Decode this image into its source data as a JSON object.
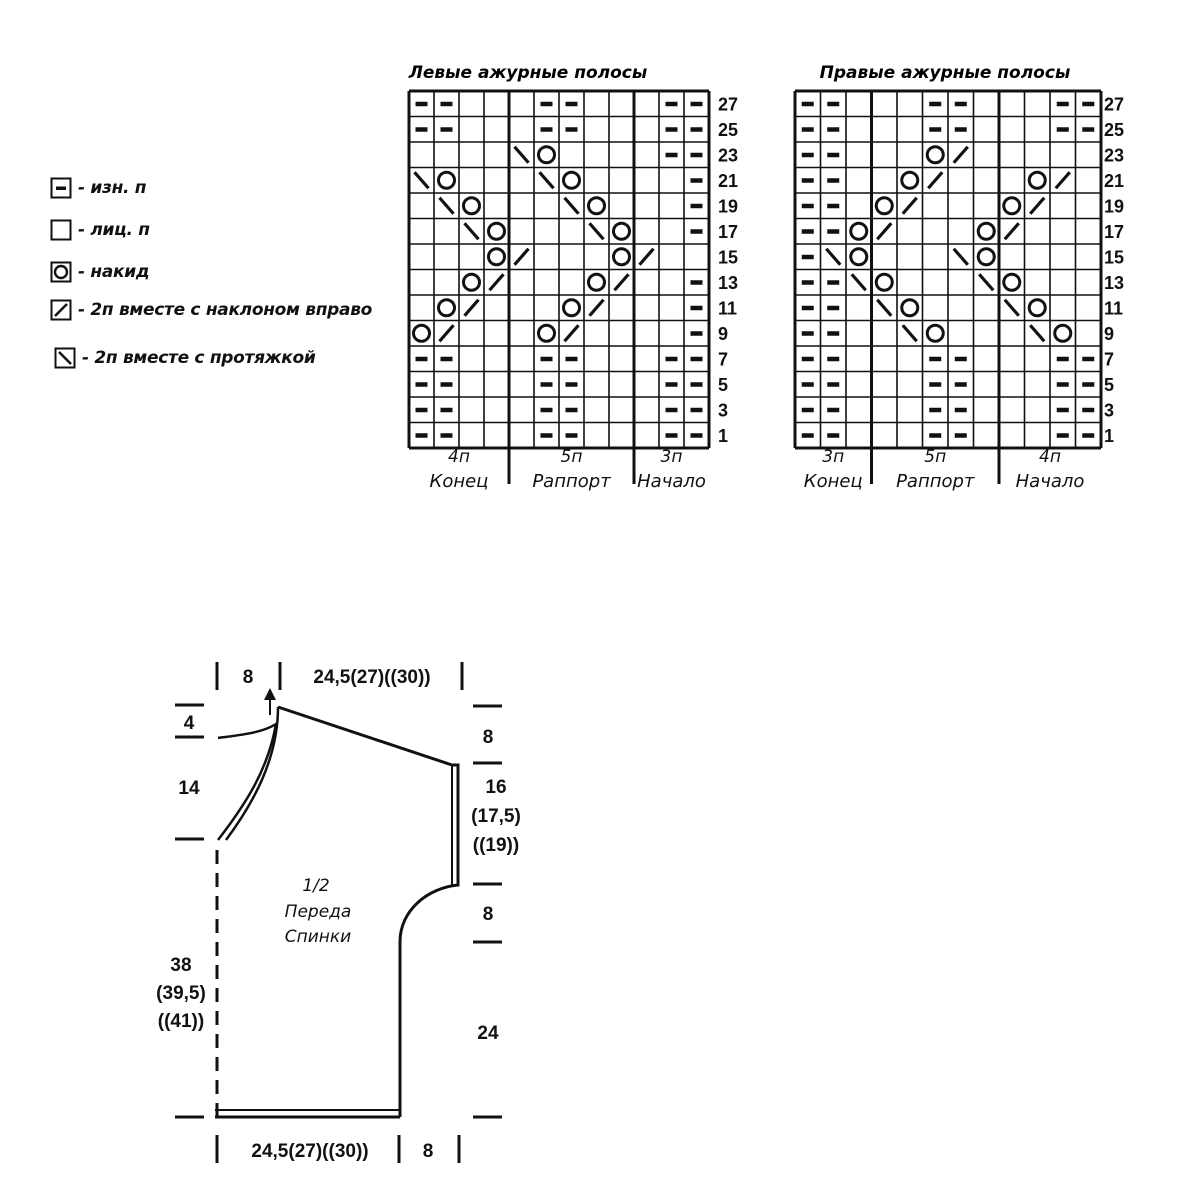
{
  "legend": [
    {
      "symbol": "purl",
      "text": "- изн. п"
    },
    {
      "symbol": "knit",
      "text": "- лиц. п"
    },
    {
      "symbol": "yo",
      "text": "- накид"
    },
    {
      "symbol": "k2tog-right",
      "text": "- 2п вместе с наклоном вправо"
    },
    {
      "symbol": "k2tog-pulled",
      "text": "- 2п вместе с протяжкой"
    }
  ],
  "charts": [
    {
      "title": "Левые ажурные полосы",
      "columns": 12,
      "row_labels": [
        "27",
        "25",
        "23",
        "21",
        "19",
        "17",
        "15",
        "13",
        "11",
        "9",
        "7",
        "5",
        "3",
        "1"
      ],
      "section_dividers": [
        4,
        9
      ],
      "sections": [
        {
          "count": "4п",
          "name": "Конец"
        },
        {
          "count": "5п",
          "name": "Раппорт"
        },
        {
          "count": "3п",
          "name": "Начало"
        }
      ],
      "rows": [
        "PP...PP...PP",
        "PP...PP...PP",
        "....\\O....PP",
        "\\O...\\O....P",
        ".\\O...\\O...P",
        "..\\O...\\O..P",
        "...O/...O/..",
        "..O/...O/..P",
        ".O/...O/...P",
        "O/...O/....P",
        "PP...PP...PP",
        "PP...PP...PP",
        "PP...PP...PP",
        "PP...PP...PP"
      ]
    },
    {
      "title": "Правые ажурные полосы",
      "columns": 12,
      "row_labels": [
        "27",
        "25",
        "23",
        "21",
        "19",
        "17",
        "15",
        "13",
        "11",
        "9",
        "7",
        "5",
        "3",
        "1"
      ],
      "section_dividers": [
        3,
        8
      ],
      "sections": [
        {
          "count": "3п",
          "name": "Конец"
        },
        {
          "count": "5п",
          "name": "Раппорт"
        },
        {
          "count": "4п",
          "name": "Начало"
        }
      ],
      "rows": [
        "PP...PP...PP",
        "PP...PP...PP",
        "PP...O/.....",
        "PP..O/...O/.",
        "PP.O/...O/..",
        "PPO/...O/...",
        "P\\O...\\O....",
        "PP\\O...\\O...",
        "PP.\\O...\\O..",
        "PP..\\O...\\O",
        "PP...PP...PP",
        "PP...PP...PP",
        "PP...PP...PP",
        "PP...PP...PP"
      ]
    }
  ],
  "schematic": {
    "label": [
      "1/2",
      "Переда",
      "Спинки"
    ],
    "top_left": "8",
    "top_right": "24,5(27)((30))",
    "bottom_left": "24,5(27)((30))",
    "bottom_right": "8",
    "left_top": "4",
    "left_mid": "14",
    "left_bottom": [
      "38",
      "(39,5)",
      "((41))"
    ],
    "right_shoulder": "8",
    "right_armhole": [
      "16",
      "(17,5)",
      "((19))"
    ],
    "right_under": "8",
    "right_bottom": "24"
  }
}
